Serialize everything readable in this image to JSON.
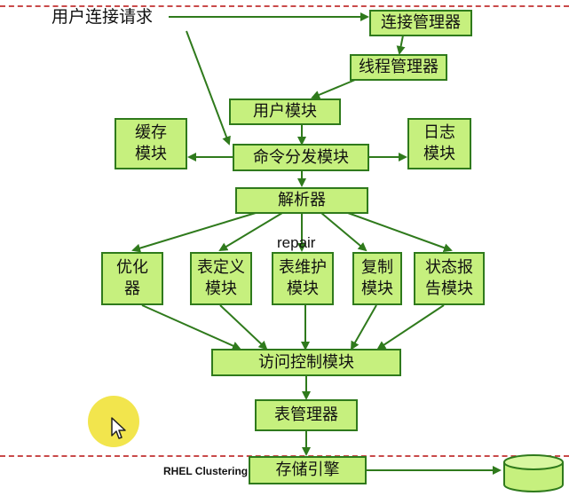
{
  "request_label": "用户连接请求",
  "repair_label": "repair",
  "rhel_label": "RHEL Clustering",
  "colors": {
    "box_fill": "#c6f07e",
    "box_border": "#2f7a1c",
    "arrow": "#2f7a1c",
    "edge_dash": "#c94a4a",
    "cursor_halo": "#f1e23a"
  },
  "modules": {
    "connection_manager": "连接管理器",
    "thread_manager": "线程管理器",
    "user_module": "用户模块",
    "cache_module": [
      "缓存",
      "模块"
    ],
    "dispatch_module": "命令分发模块",
    "log_module": [
      "日志",
      "模块"
    ],
    "parser": "解析器",
    "optimizer": [
      "优化",
      "器"
    ],
    "table_define": [
      "表定义",
      "模块"
    ],
    "table_maintain": [
      "表维护",
      "模块"
    ],
    "replication": [
      "复制",
      "模块"
    ],
    "status_report": [
      "状态报",
      "告模块"
    ],
    "access_control": "访问控制模块",
    "table_manager": "表管理器",
    "storage_engine": "存储引擎"
  },
  "icons": {
    "cursor": "cursor-arrow-icon",
    "database": "database-cylinder-icon"
  }
}
